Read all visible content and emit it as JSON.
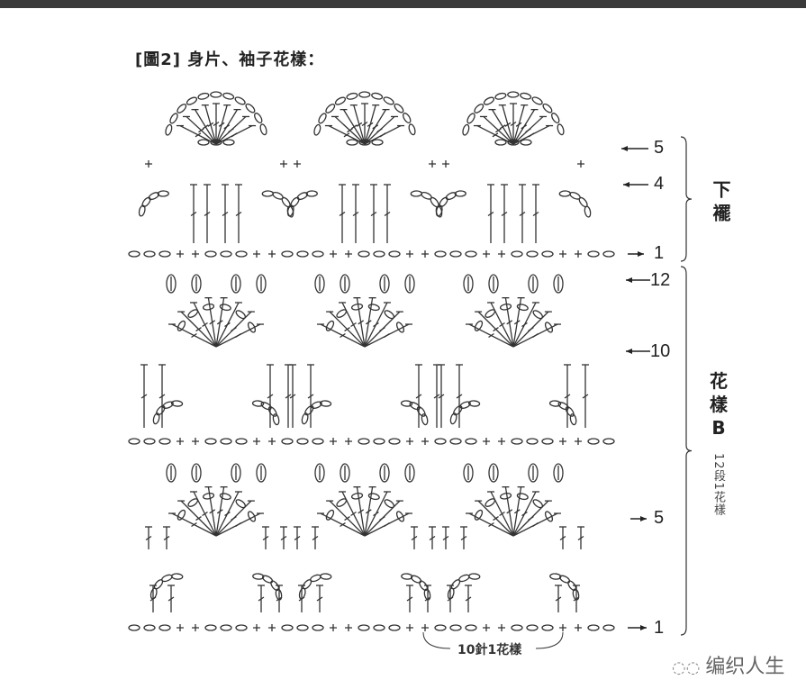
{
  "title": "[圖2] 身片、袖子花樣：",
  "row_labels": [
    {
      "text": "5",
      "arrow": "left"
    },
    {
      "text": "4",
      "arrow": "left"
    },
    {
      "text": "1",
      "arrow": "right"
    },
    {
      "text": "12",
      "arrow": "left"
    },
    {
      "text": "10",
      "arrow": "left"
    },
    {
      "text": "5",
      "arrow": "right"
    },
    {
      "text": "1",
      "arrow": "right"
    }
  ],
  "sections": {
    "hem": "下襬",
    "pattern_b": "花樣B",
    "pattern_b_note": "12段1花樣"
  },
  "repeat_note": "10針1花樣",
  "watermark": {
    "icon": "wechat-icon",
    "text": "编织人生"
  }
}
